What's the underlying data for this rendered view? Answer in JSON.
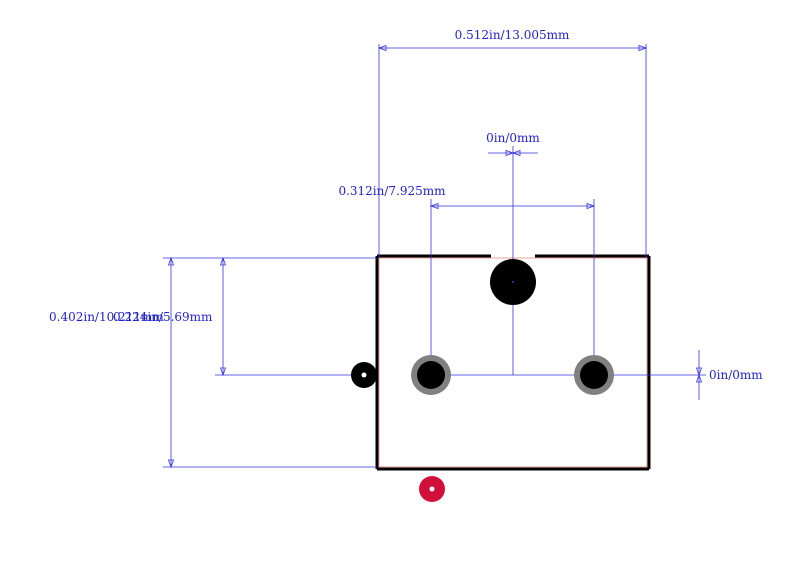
{
  "dimensions": {
    "width_overall": "0.512in/13.005mm",
    "pad_spacing": "0.312in/7.925mm",
    "center_offset_top": "0in/0mm",
    "center_offset_right": "0in/0mm",
    "height_overall": "0.402in/10.211mm",
    "height_to_pads": "0.224in/5.69mm"
  },
  "colors": {
    "outline": "#000000",
    "courtyard": "#e8a090",
    "dimension": "#3333dd",
    "pad": "#000000",
    "pad_ring": "#808080",
    "pin1_marker": "#d0103a",
    "background": "#ffffff"
  }
}
